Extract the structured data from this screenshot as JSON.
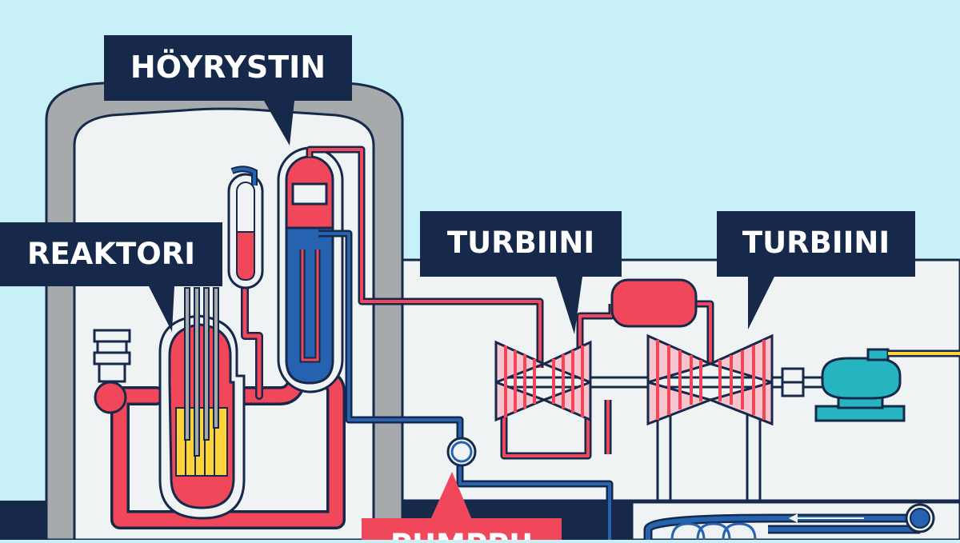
{
  "colors": {
    "sky": "#c8f0f8",
    "navy": "#16294a",
    "red": "#f0475a",
    "blue": "#2563b0",
    "yellow": "#ffd43b",
    "teal": "#26b5c0",
    "building": "#f0f3f4",
    "containment": "#a6aaad"
  },
  "labels": {
    "steam_generator": "HÖYRYSTIN",
    "reactor": "REAKTORI",
    "turbine_hp": "TURBIINI",
    "turbine_lp": "TURBIINI",
    "pump_partial": "PUMPPU"
  },
  "icons": [
    "pump-icon",
    "generator-icon",
    "flow-arrow-icon"
  ]
}
